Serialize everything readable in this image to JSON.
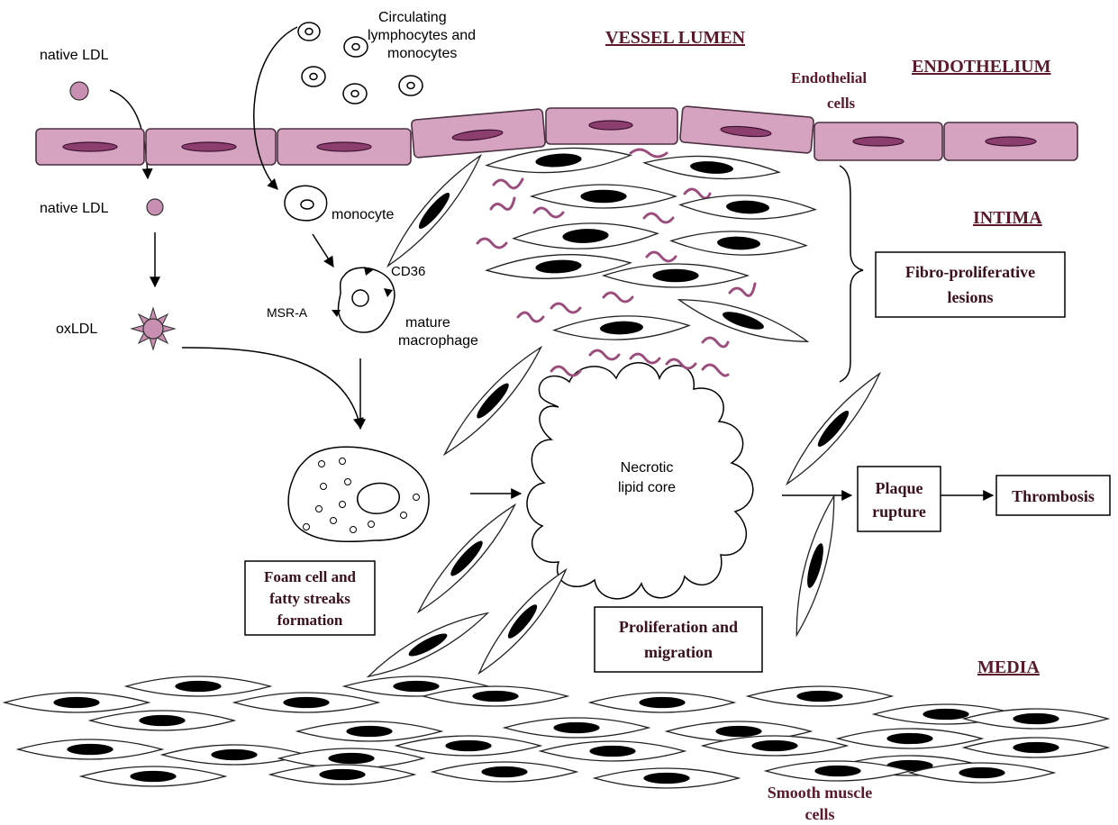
{
  "labels": {
    "vessel_lumen": "VESSEL LUMEN",
    "endothelium": "ENDOTHELIUM",
    "endothelial_cells_1": "Endothelial",
    "endothelial_cells_2": "cells",
    "intima": "INTIMA",
    "media": "MEDIA",
    "circulating_1": "Circulating",
    "circulating_2": "lymphocytes and",
    "circulating_3": "monocytes",
    "native_ldl_top": "native LDL",
    "native_ldl_mid": "native LDL",
    "oxldl": "oxLDL",
    "monocyte": "monocyte",
    "cd36": "CD36",
    "msr_a": "MSR-A",
    "mature_1": "mature",
    "mature_2": "macrophage",
    "necrotic_1": "Necrotic",
    "necrotic_2": "lipid core",
    "smc_1": "Smooth muscle",
    "smc_2": "cells"
  },
  "boxes": {
    "fibro_1": "Fibro-proliferative",
    "fibro_2": "lesions",
    "foam_1": "Foam cell and",
    "foam_2": "fatty streaks",
    "foam_3": "formation",
    "prolif_1": "Proliferation and",
    "prolif_2": "migration",
    "plaque_1": "Plaque",
    "plaque_2": "rupture",
    "thrombosis": "Thrombosis"
  },
  "colors": {
    "endothelium_fill": "#d5a3c0",
    "nucleus": "#8c3f6e",
    "collagen_fiber": "#9b4d7e",
    "heading_text": "#5a1a2a"
  }
}
